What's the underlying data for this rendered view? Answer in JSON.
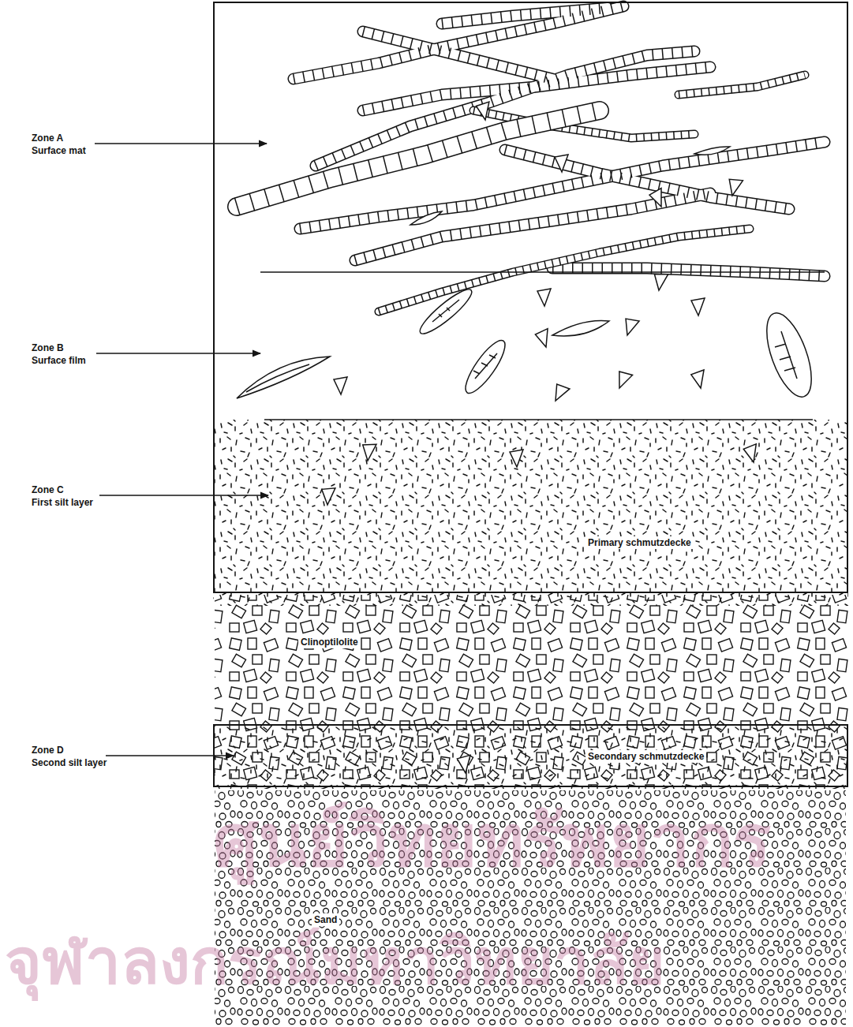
{
  "diagram": {
    "nodes": [
      {
        "text": [
          "Primary schmutzdecke"
        ]
      },
      {
        "text": [
          "Secondary schmutzdecke"
        ]
      }
    ],
    "labels": [
      "Zone A",
      "Surface mat",
      "Zone B",
      "Surface film",
      "Zone C",
      "First silt layer",
      "Clinoptilolite",
      "Zone D",
      "Second silt layer",
      "Sand",
      "ศูนย์วิทยทรัพยากร",
      "จุฬาลงกรณ์มหาวิทยาลัย"
    ]
  }
}
